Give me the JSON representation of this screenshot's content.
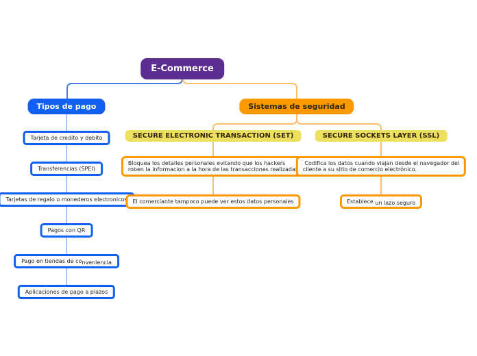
{
  "colors": {
    "root_bg": "#5d2e91",
    "blue_node": "#1160f2",
    "blue_connector_dark": "#4d7ce0",
    "blue_connector_light": "#a9c5f7",
    "orange_node": "#fb9900",
    "orange_connector_light": "#fcbe68",
    "yellow_node": "#ece05e",
    "dark_text_on_orange": "#33260a"
  },
  "root": {
    "label": "E-Commerce"
  },
  "payments": {
    "title": "Tipos de pago",
    "items": [
      {
        "label": "Tarjeta de credito y debito"
      },
      {
        "label": "Transferencias (SPEI)"
      },
      {
        "label": "Tarjetas de regalo o monederos electronicos"
      },
      {
        "label": "Pagos con QR"
      },
      {
        "label_part1": "Pago en tiendas de co",
        "label_part2": "nveniencia"
      },
      {
        "label": "Aplicaciones de pago a plazos"
      }
    ]
  },
  "security": {
    "title": "Sistemas de seguridad",
    "set": {
      "title": "SECURE ELECTRONIC TRANSACTION (SET)",
      "desc_line1": "Bloquea los detalles personales evitando que los hackers",
      "desc_line2": "roben la informacion a la hora de las transacciones realizadas",
      "note": "El comerciante tampoco puede ver estos datos personales"
    },
    "ssl": {
      "title": "SECURE SOCKETS LAYER (SSL)",
      "desc_line1": " Codifica los datos cuando viajan desde el navegador del",
      "desc_line2": "cliente a su sitio de comercio electrónico.",
      "note_part1": "Establece ",
      "note_part2": "un lazo seguro"
    }
  }
}
